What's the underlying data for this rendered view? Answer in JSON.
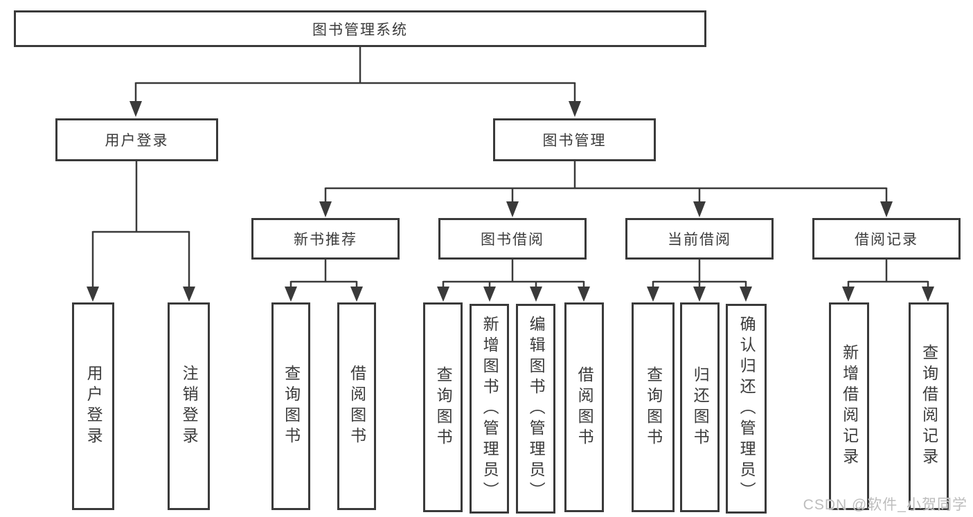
{
  "nodes": {
    "root": "图书管理系统",
    "user_login": "用户登录",
    "book_mgmt": "图书管理",
    "new_book": "新书推荐",
    "book_borrow": "图书借阅",
    "current_borrow": "当前借阅",
    "borrow_record": "借阅记录",
    "leaf_user_login": "用户登录",
    "leaf_logout": "注销登录",
    "leaf_nb_query": "查询图书",
    "leaf_nb_borrow": "借阅图书",
    "leaf_bb_query": "查询图书",
    "leaf_bb_add": "新增图书（管理员）",
    "leaf_bb_edit": "编辑图书（管理员）",
    "leaf_bb_borrow": "借阅图书",
    "leaf_cb_query": "查询图书",
    "leaf_cb_return": "归还图书",
    "leaf_cb_confirm": "确认归还（管理员）",
    "leaf_br_add": "新增借阅记录",
    "leaf_br_query": "查询借阅记录"
  },
  "watermark": "CSDN @软件_小贺同学",
  "colors": {
    "line": "#3a3a3a",
    "text": "#3b3b3b",
    "watermark": "#b9b9b9"
  }
}
